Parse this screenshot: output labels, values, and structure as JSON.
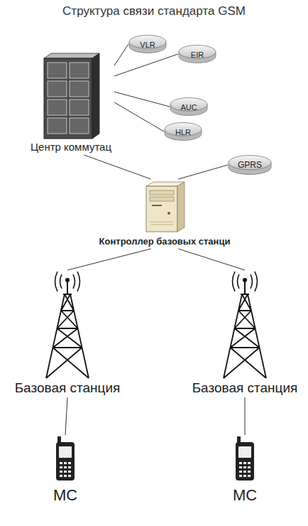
{
  "diagram": {
    "title": "Структура связи стандарта GSM",
    "nodes": [
      {
        "text": [
          "Центр коммутац"
        ]
      },
      {
        "text": [
          "VLR"
        ]
      },
      {
        "text": [
          "EIR"
        ]
      },
      {
        "text": [
          "AUC"
        ]
      },
      {
        "text": [
          "HLR"
        ]
      },
      {
        "text": [
          "Контроллер базовых станци"
        ]
      },
      {
        "text": [
          "GPRS"
        ]
      },
      {
        "text": [
          "Базовая станция"
        ]
      },
      {
        "text": [
          "Базовая станция"
        ]
      },
      {
        "text": [
          "МС"
        ]
      },
      {
        "text": [
          "МС"
        ]
      }
    ],
    "edges": [
      {
        "from": 0,
        "to": 1,
        "arrow": "none"
      },
      {
        "from": 0,
        "to": 2,
        "arrow": "none"
      },
      {
        "from": 0,
        "to": 3,
        "arrow": "none"
      },
      {
        "from": 0,
        "to": 4,
        "arrow": "none"
      },
      {
        "from": 0,
        "to": 5,
        "arrow": "none"
      },
      {
        "from": 5,
        "to": 6,
        "arrow": "none"
      },
      {
        "from": 5,
        "to": 7,
        "arrow": "none"
      },
      {
        "from": 5,
        "to": 8,
        "arrow": "none"
      },
      {
        "from": 7,
        "to": 9,
        "arrow": "none"
      },
      {
        "from": 8,
        "to": 10,
        "arrow": "none"
      }
    ]
  }
}
